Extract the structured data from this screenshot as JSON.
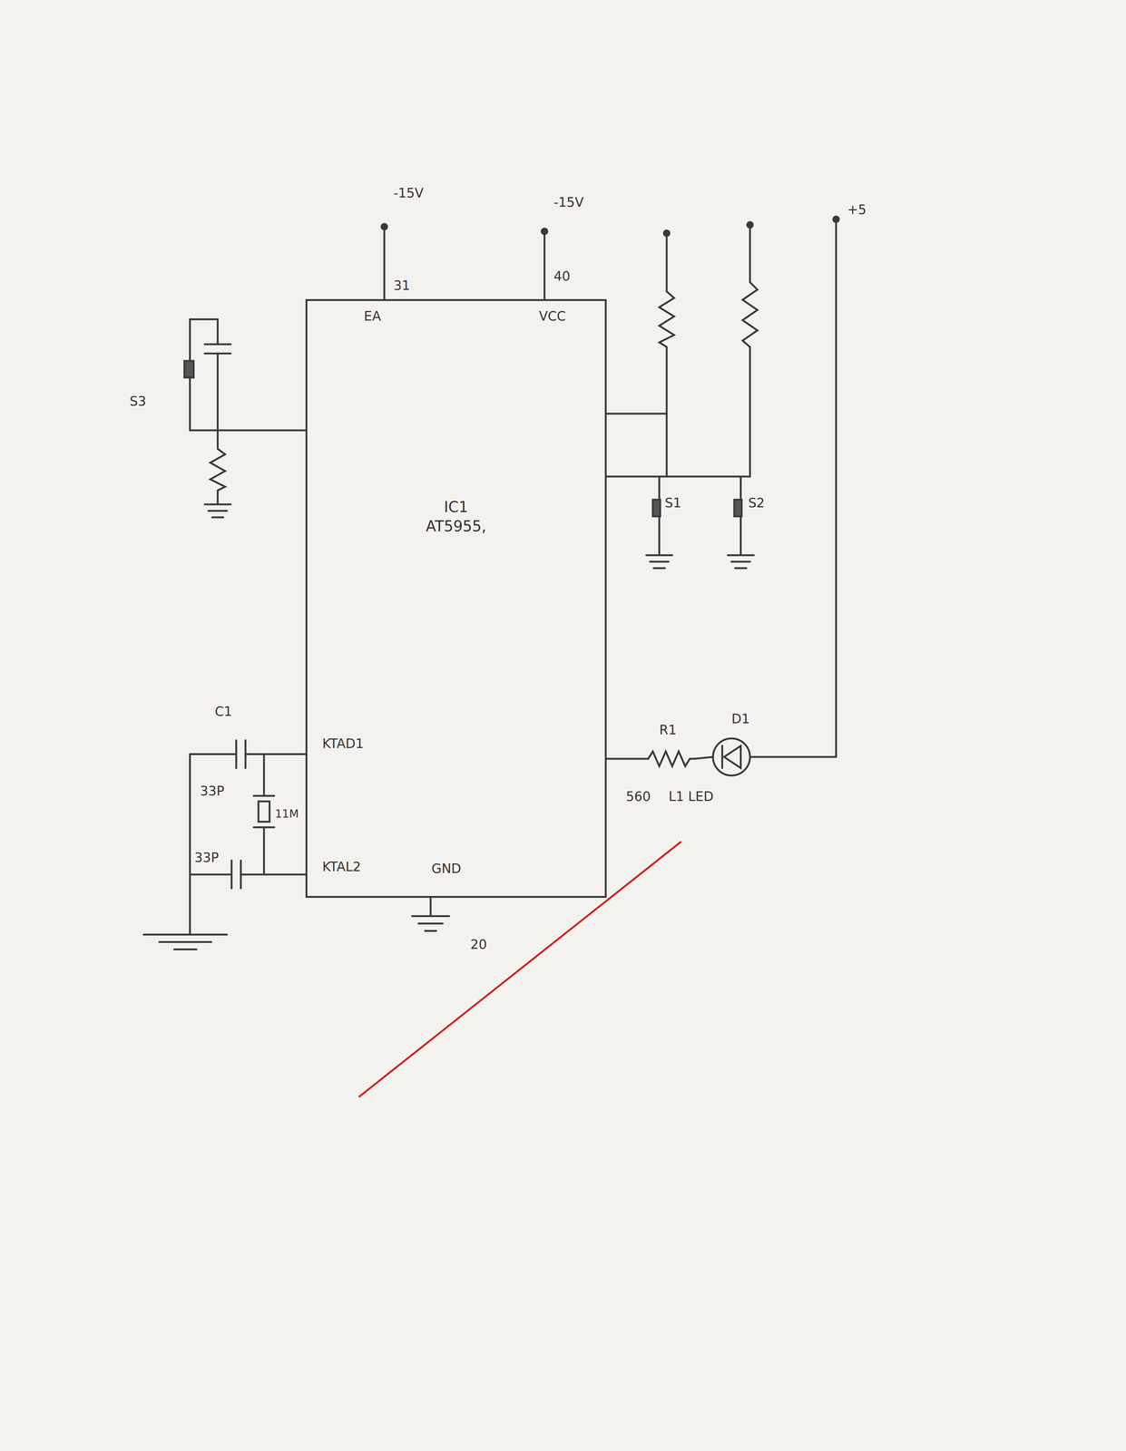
{
  "diagram": {
    "nodes": [
      {
        "text": [
          "IC1",
          "AT5955,"
        ]
      }
    ],
    "labels": [
      "-15V",
      "31",
      "EA",
      "-15V",
      "40",
      "VCC",
      "+5",
      "S3",
      "S1",
      "S2",
      "C1",
      "KTAD1",
      "33P",
      "11M",
      "33P",
      "KTAL2",
      "GND",
      "20",
      "R1",
      "D1",
      "560",
      "L1 LED"
    ]
  }
}
